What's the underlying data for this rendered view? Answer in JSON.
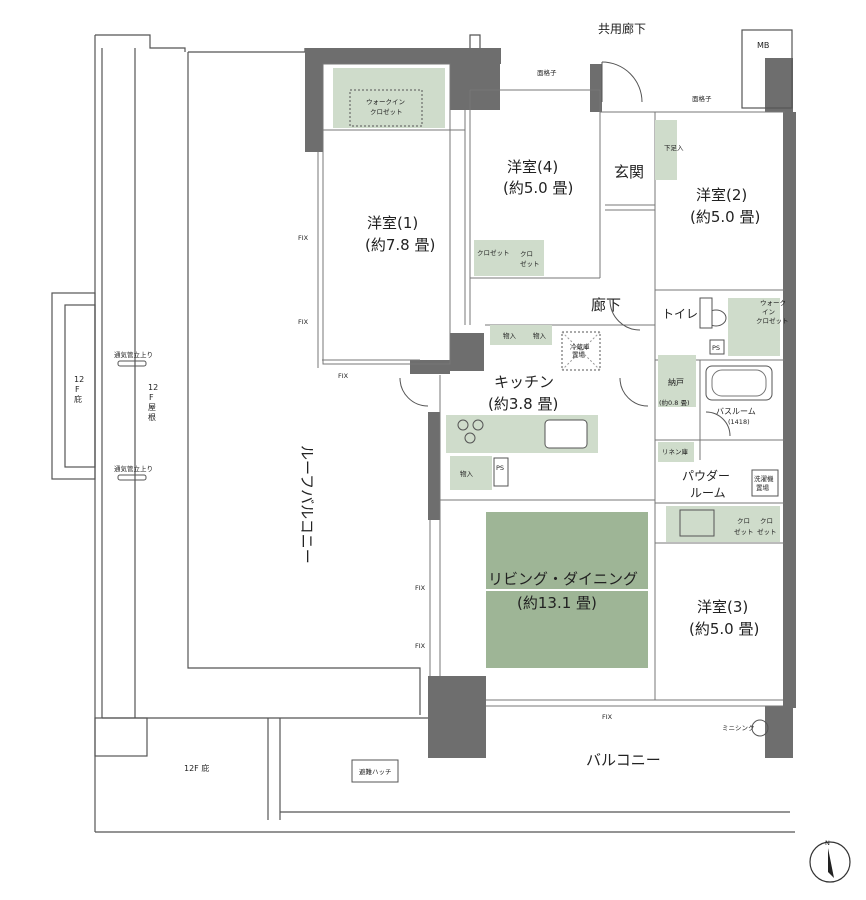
{
  "labels": {
    "corridor_common": "共用廊下",
    "mb": "MB",
    "western1_name": "洋室(1)",
    "western1_size": "(約7.8 畳)",
    "western2_name": "洋室(2)",
    "western2_size": "(約5.0 畳)",
    "western3_name": "洋室(3)",
    "western3_size": "(約5.0 畳)",
    "western4_name": "洋室(4)",
    "western4_size": "(約5.0 畳)",
    "entrance": "玄関",
    "hallway": "廊下",
    "kitchen_name": "キッチン",
    "kitchen_size": "(約3.8 畳)",
    "living_name": "リビング・ダイニング",
    "living_size": "(約13.1 畳)",
    "toilet": "トイレ",
    "storage_name": "納戸",
    "storage_size": "(約0.8 畳)",
    "bathroom": "バスルーム",
    "bathroom_size": "(1418)",
    "powder_room_1": "パウダー",
    "powder_room_2": "ルーム",
    "roof_balcony": "ルーフバルコニー",
    "balcony": "バルコニー",
    "walkin_closet_1": "ウォークイン",
    "walkin_closet_2": "クロゼット",
    "walkin_closet_v1": "ウォーク",
    "walkin_closet_v2": "イン",
    "walkin_closet_v3": "クロゼット",
    "closet": "クロゼット",
    "closet_short1": "クロ",
    "closet_short2": "ゼット",
    "storage_small": "物入",
    "shoe_storage": "下足入",
    "linen": "リネン庫",
    "washer_1": "洗濯機",
    "washer_2": "置場",
    "fridge_1": "冷蔵庫",
    "fridge_2": "置場",
    "ps": "PS",
    "fix": "FIX",
    "lattice": "面格子",
    "vent_pipe": "通気管立上り",
    "roof_12f_1": "12",
    "roof_12f_2": "F",
    "roof_12f_3": "屋",
    "roof_12f_4": "根",
    "eave_12f_v1": "12",
    "eave_12f_v2": "F",
    "eave_12f_v3": "庇",
    "eave_12f": "12F 庇",
    "escape_hatch": "避難ハッチ",
    "mini_sink": "ミニシンク",
    "north": "N"
  },
  "colors": {
    "wall": "#6e6e6e",
    "room_fill": "#cfdccb",
    "living_fill": "#9eb596",
    "line": "#555555"
  }
}
